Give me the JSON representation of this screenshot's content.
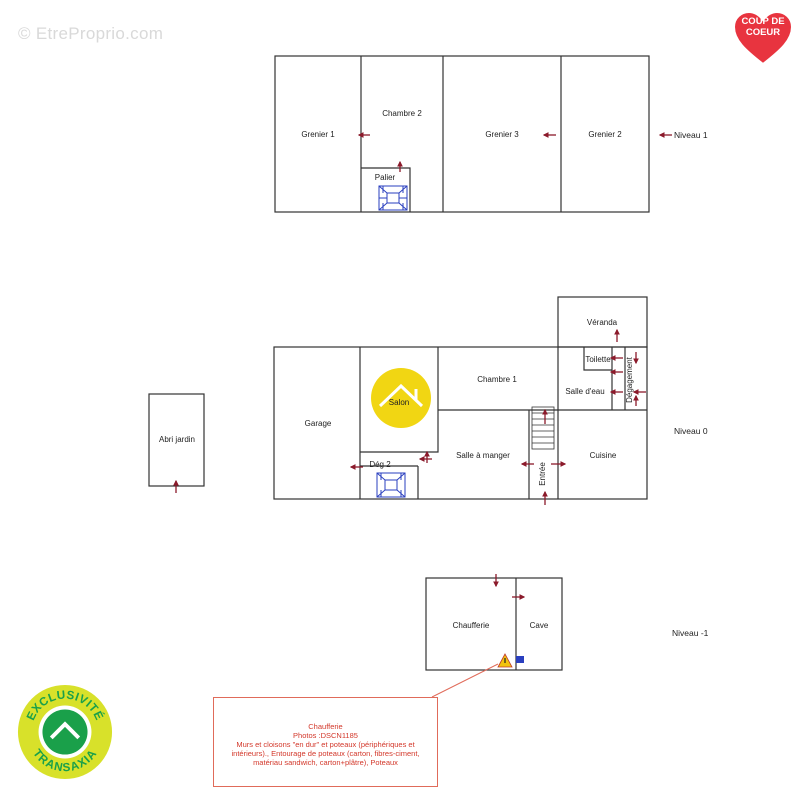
{
  "watermark": "© EtreProprio.com",
  "badge": {
    "line1": "COUP DE",
    "line2": "COEUR",
    "color": "#e8343f"
  },
  "levels": {
    "level1": "Niveau 1",
    "level0": "Niveau 0",
    "levelm1": "Niveau -1"
  },
  "rooms": {
    "grenier1": "Grenier 1",
    "chambre2": "Chambre 2",
    "palier": "Palier",
    "grenier3": "Grenier 3",
    "grenier2": "Grenier 2",
    "veranda": "Véranda",
    "toilette": "Toilette",
    "salle_eau": "Salle d'eau",
    "degagement": "Dégagement",
    "garage": "Garage",
    "salon": "Salon",
    "chambre1": "Chambre 1",
    "deg2": "Dég 2",
    "salle_manger": "Salle à manger",
    "cuisine": "Cuisine",
    "entree": "Entrée",
    "abri_jardin": "Abri jardin",
    "chaufferie": "Chaufferie",
    "cave": "Cave"
  },
  "note": {
    "title": "Chaufferie",
    "line2": "Photos :DSCN1185",
    "body": "Murs et cloisons \"en dur\" et poteaux (périphériques et intérieurs)., Entourage de poteaux (carton, fibres-ciment, matériau sandwich, carton+plâtre), Poteaux"
  },
  "seal": {
    "top_text": "EXCLUSIVITÉ",
    "bottom_text": "TRANSAXIA",
    "color": "#d8e12a",
    "accent": "#1aa04a"
  },
  "colors": {
    "wall": "#333333",
    "arrow": "#8b1a2b",
    "stairs": "#2a3fbf",
    "note": "#d3382b",
    "salon_circle": "#f1d613"
  }
}
